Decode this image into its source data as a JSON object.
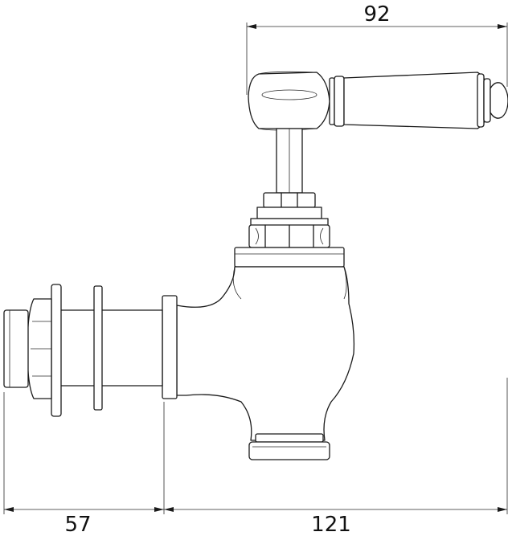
{
  "dimensions": {
    "top_width": "92",
    "bottom_left": "57",
    "bottom_right": "121"
  },
  "colors": {
    "line": "#1a1a1a",
    "background": "#ffffff"
  }
}
